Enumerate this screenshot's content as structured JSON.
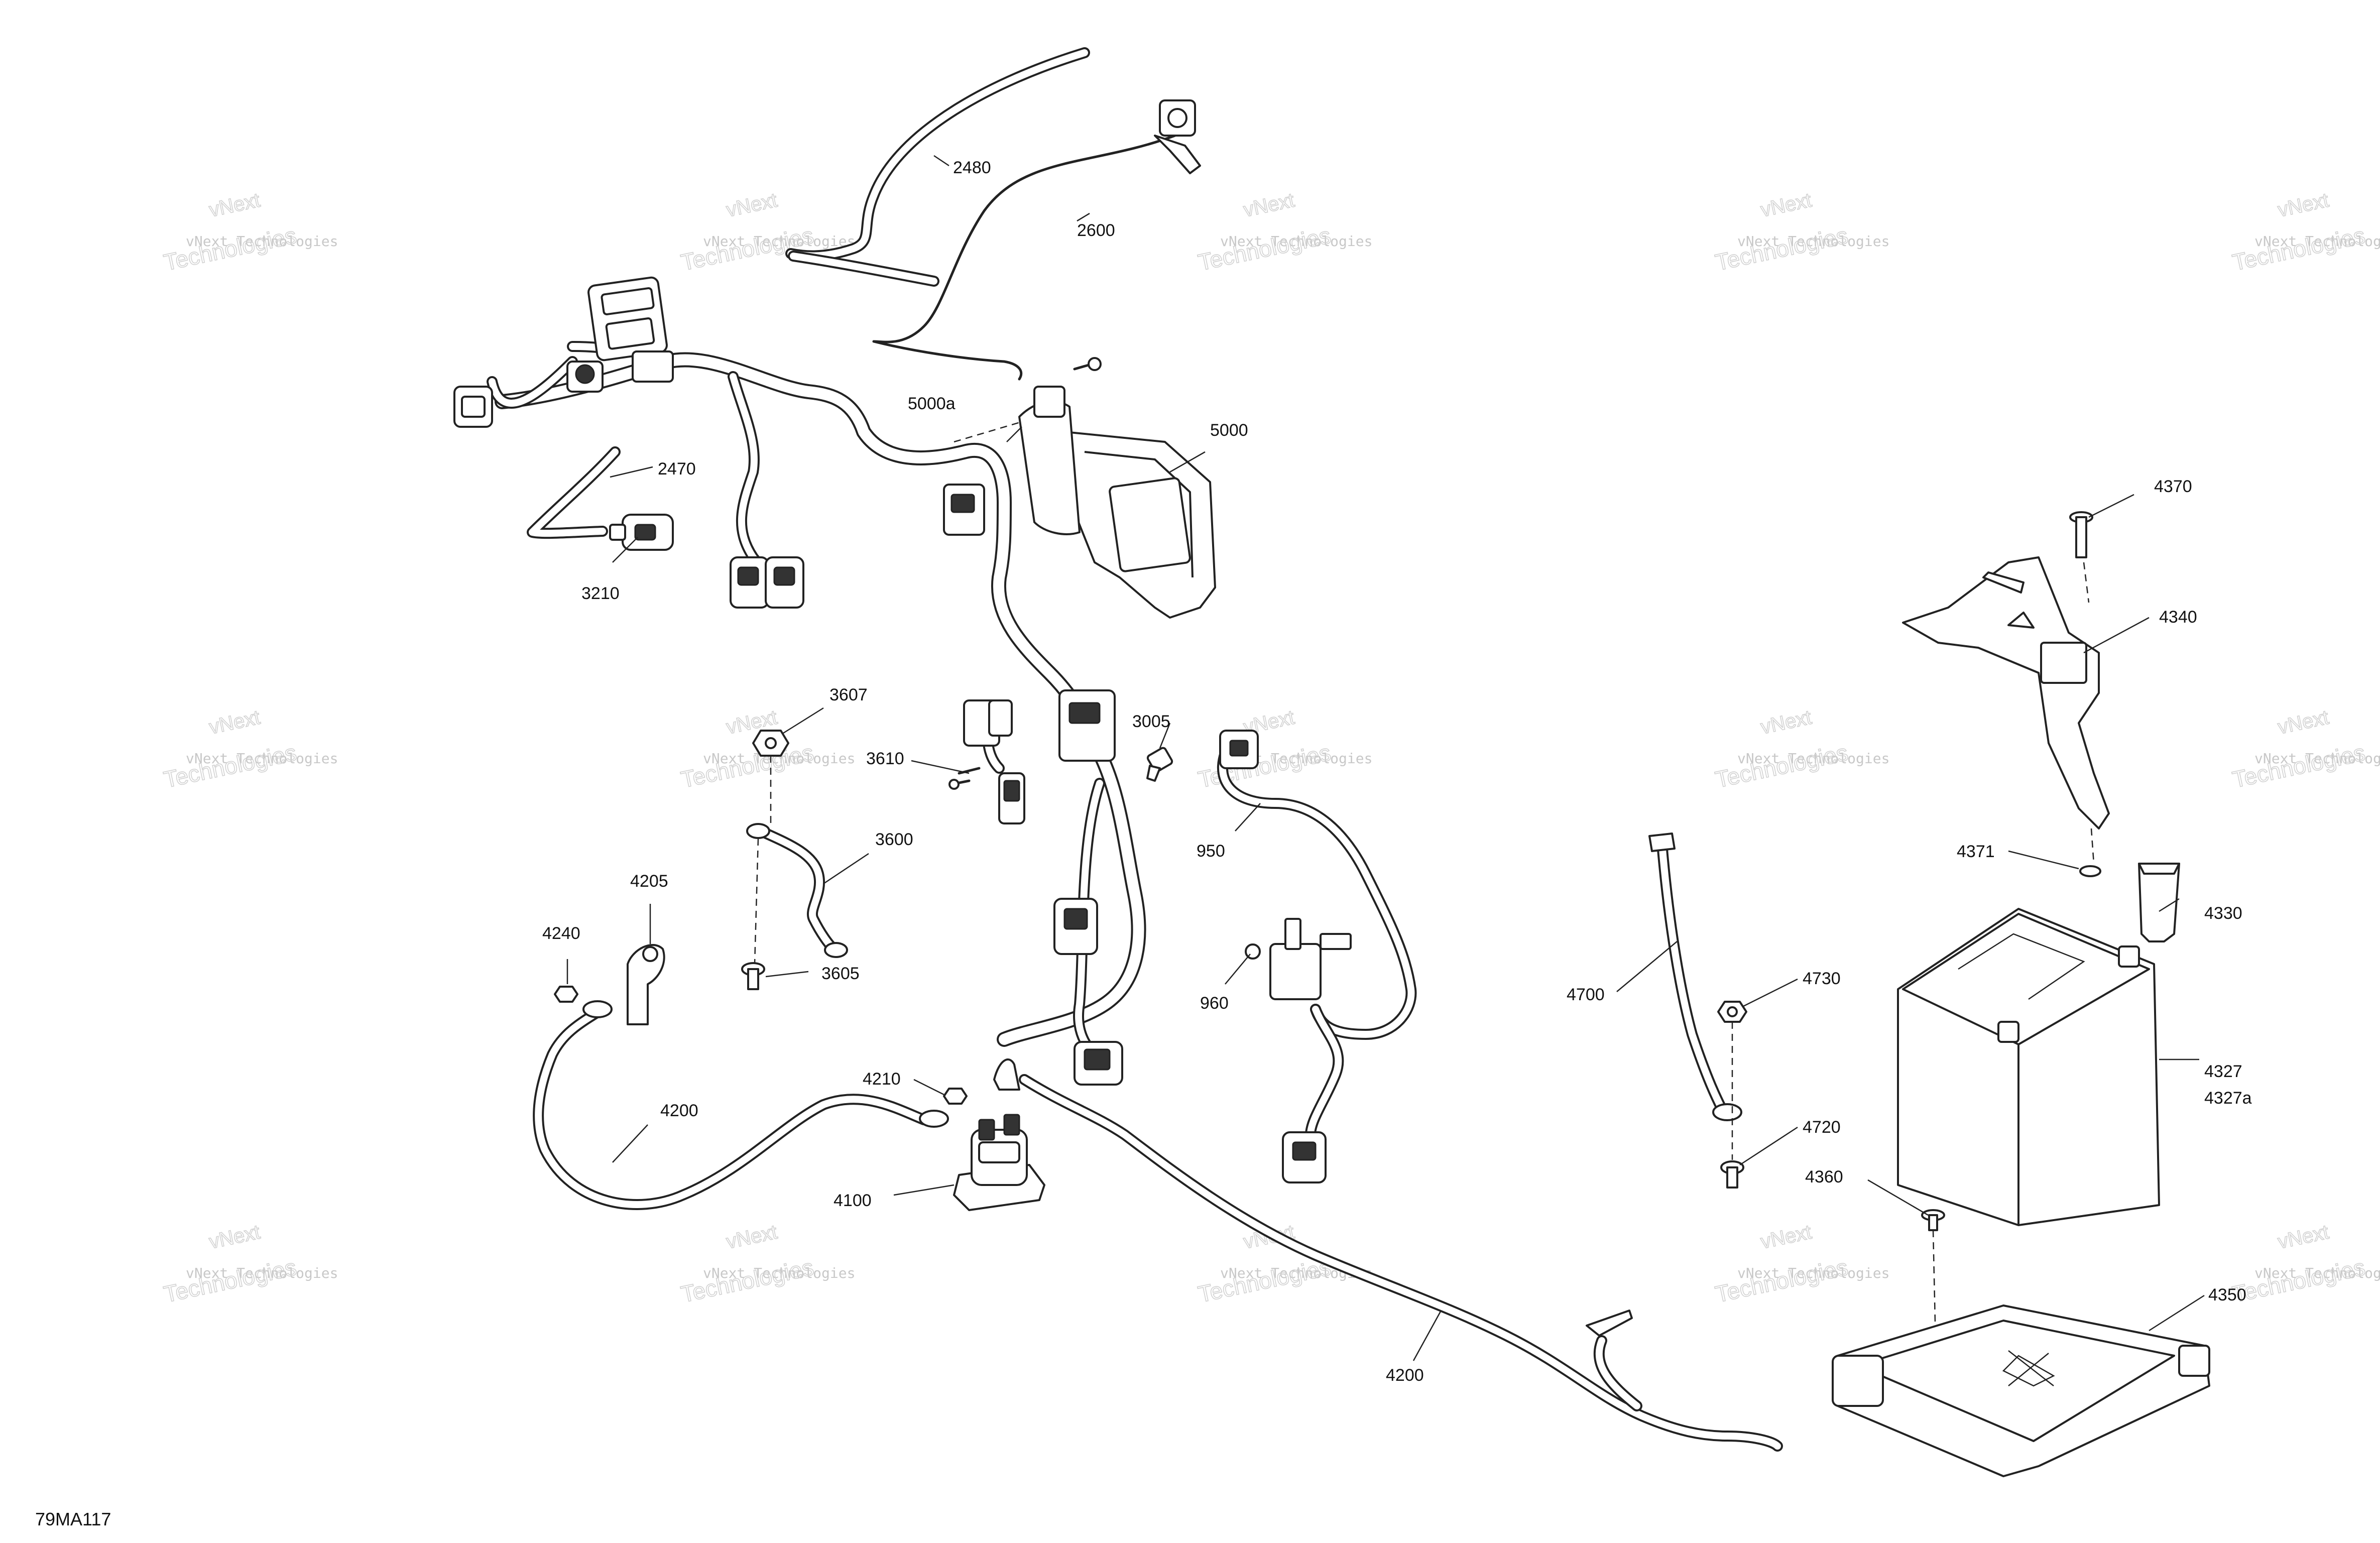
{
  "diagram_code": "79MA117",
  "watermark": {
    "line0": "vNext",
    "line1": "vNext Technologies",
    "line2": "Technologies"
  },
  "parts": [
    {
      "id": "p2480",
      "label": "2480"
    },
    {
      "id": "p2600",
      "label": "2600"
    },
    {
      "id": "p5000a",
      "label": "5000a"
    },
    {
      "id": "p5000",
      "label": "5000"
    },
    {
      "id": "p2470",
      "label": "2470"
    },
    {
      "id": "p3210",
      "label": "3210"
    },
    {
      "id": "p3607",
      "label": "3607"
    },
    {
      "id": "p3610",
      "label": "3610"
    },
    {
      "id": "p3005",
      "label": "3005"
    },
    {
      "id": "p3600",
      "label": "3600"
    },
    {
      "id": "p950",
      "label": "950"
    },
    {
      "id": "p4205",
      "label": "4205"
    },
    {
      "id": "p4240",
      "label": "4240"
    },
    {
      "id": "p3605",
      "label": "3605"
    },
    {
      "id": "p960",
      "label": "960"
    },
    {
      "id": "p4210",
      "label": "4210"
    },
    {
      "id": "p4200a",
      "label": "4200"
    },
    {
      "id": "p4100",
      "label": "4100"
    },
    {
      "id": "p4200b",
      "label": "4200"
    },
    {
      "id": "p4370",
      "label": "4370"
    },
    {
      "id": "p4340",
      "label": "4340"
    },
    {
      "id": "p4371",
      "label": "4371"
    },
    {
      "id": "p4330",
      "label": "4330"
    },
    {
      "id": "p4700",
      "label": "4700"
    },
    {
      "id": "p4730",
      "label": "4730"
    },
    {
      "id": "p4327",
      "label": "4327"
    },
    {
      "id": "p4327a",
      "label": "4327a"
    },
    {
      "id": "p4720",
      "label": "4720"
    },
    {
      "id": "p4360",
      "label": "4360"
    },
    {
      "id": "p4350",
      "label": "4350"
    }
  ]
}
